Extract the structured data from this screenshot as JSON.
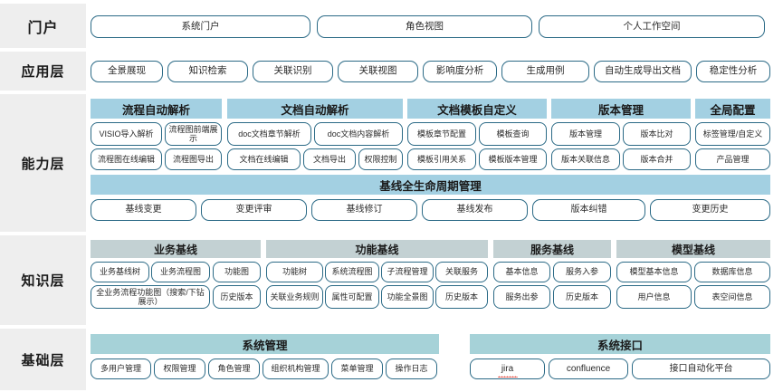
{
  "layers": [
    {
      "id": "portal",
      "label": "门户",
      "buttons": [
        "系统门户",
        "角色视图",
        "个人工作空间"
      ]
    },
    {
      "id": "application",
      "label": "应用层",
      "buttons": [
        "全景展现",
        "知识检索",
        "关联识别",
        "关联视图",
        "影响度分析",
        "生成用例",
        "自动生成导出文档",
        "稳定性分析"
      ]
    },
    {
      "id": "capability",
      "label": "能力层",
      "groups": [
        {
          "title": "流程自动解析",
          "row1": [
            "VISIO导入解析",
            "流程图前端展示"
          ],
          "row2": [
            "流程图在线编辑",
            "流程图导出"
          ]
        },
        {
          "title": "文档自动解析",
          "row1": [
            "doc文档章节解析",
            "doc文档内容解析"
          ],
          "row2": [
            "文档在线编辑",
            "文档导出",
            "权限控制"
          ]
        },
        {
          "title": "文档模板自定义",
          "row1": [
            "模板章节配置",
            "模板查询"
          ],
          "row2": [
            "模板引用关系",
            "模板版本管理"
          ]
        },
        {
          "title": "版本管理",
          "row1": [
            "版本管理",
            "版本比对"
          ],
          "row2": [
            "版本关联信息",
            "版本合并"
          ]
        },
        {
          "title": "全局配置",
          "row1": [
            "标签管理/自定义"
          ],
          "row2": [
            "产品管理"
          ]
        }
      ],
      "baseline": {
        "title": "基线全生命周期管理",
        "buttons": [
          "基线变更",
          "变更评审",
          "基线修订",
          "基线发布",
          "版本纠错",
          "变更历史"
        ]
      }
    },
    {
      "id": "knowledge",
      "label": "知识层",
      "groups": [
        {
          "title": "业务基线",
          "row1": [
            "业务基线树",
            "业务流程图",
            "功能图"
          ],
          "row2": [
            "全业务流程功能图（搜索/下钻展示）",
            "历史版本"
          ]
        },
        {
          "title": "功能基线",
          "row1": [
            "功能树",
            "系统流程图",
            "子流程管理",
            "关联服务"
          ],
          "row2": [
            "关联业务规则",
            "属性可配置",
            "功能全景图",
            "历史版本"
          ]
        },
        {
          "title": "服务基线",
          "row1": [
            "基本信息",
            "服务入参"
          ],
          "row2": [
            "服务出参",
            "历史版本"
          ]
        },
        {
          "title": "模型基线",
          "row1": [
            "模型基本信息",
            "数据库信息"
          ],
          "row2": [
            "用户信息",
            "表空间信息"
          ]
        }
      ]
    },
    {
      "id": "foundation",
      "label": "基础层",
      "groups": [
        {
          "title": "系统管理",
          "row1": [
            "多用户管理",
            "权限管理",
            "角色管理",
            "组织机构管理",
            "菜单管理",
            "操作日志"
          ]
        },
        {
          "title": "系统接口",
          "row1": [
            "jira",
            "confluence",
            "接口自动化平台"
          ]
        }
      ]
    }
  ],
  "colors": {
    "band_background": "#eeeeee",
    "pill_border": "#2b6a86",
    "group_header_blue": "#a3d0e2",
    "group_header_gray": "#c3d1d3",
    "group_header_teal": "#a6d2d8",
    "spellcheck_underline": "#e03b2f"
  }
}
